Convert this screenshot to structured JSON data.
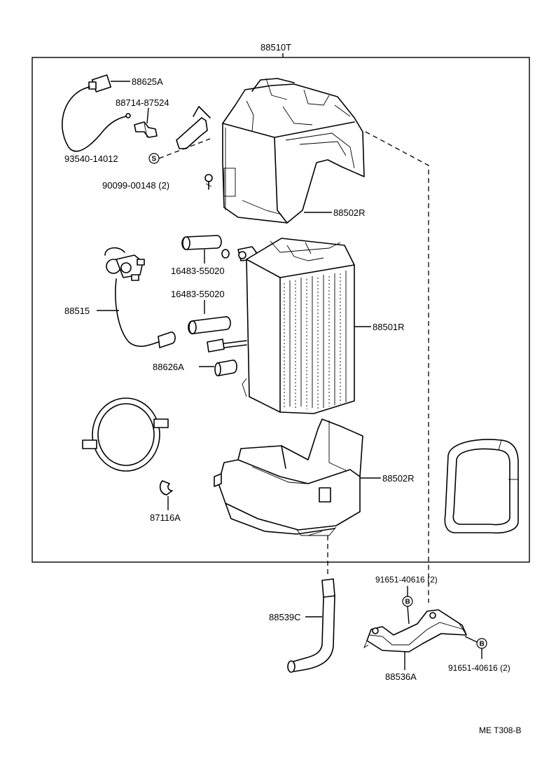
{
  "assembly_label": "88510T",
  "callouts": {
    "c88625A": "88625A",
    "c88714": "88714-87524",
    "c93540": "93540-14012",
    "c90099": "90099-00148 (2)",
    "c88502R_top": "88502R",
    "c16483_a": "16483-55020",
    "c16483_b": "16483-55020",
    "c88515": "88515",
    "c88501R": "88501R",
    "c88626A": "88626A",
    "c88502R_bottom": "88502R",
    "c87116A": "87116A",
    "c91651_a": "91651-40616 (2)",
    "c91651_b": "91651-40616 (2)",
    "c88539C": "88539C",
    "c88536A": "88536A"
  },
  "symbols": {
    "s": "S",
    "b": "B"
  },
  "footer_code": "ME T308-B"
}
